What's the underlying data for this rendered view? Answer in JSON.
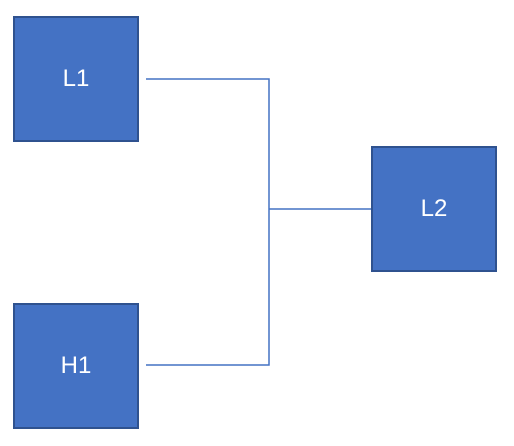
{
  "diagram": {
    "node_color": "#4472C4",
    "node_border_color": "#2F528F",
    "connector_color": "#4472C4",
    "text_color": "#FFFFFF",
    "nodes": {
      "l1": {
        "label": "L1"
      },
      "h1": {
        "label": "H1"
      },
      "l2": {
        "label": "L2"
      }
    },
    "connections": [
      {
        "from": "L1",
        "to": "L2"
      },
      {
        "from": "H1",
        "to": "L2"
      }
    ]
  }
}
